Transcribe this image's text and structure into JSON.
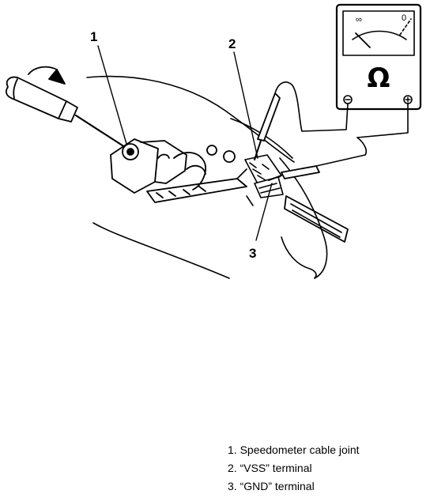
{
  "diagram": {
    "meter_symbol": "Ω",
    "meter_scale_left": "∞",
    "meter_scale_right": "0",
    "callouts": [
      "1",
      "2",
      "3"
    ],
    "legend": [
      "1. Speedometer cable joint",
      "2. “VSS” terminal",
      "3. “GND” terminal"
    ],
    "icons": [
      "screwdriver-icon",
      "rotation-arrow-icon",
      "ohmmeter-icon",
      "probe-icon"
    ]
  }
}
